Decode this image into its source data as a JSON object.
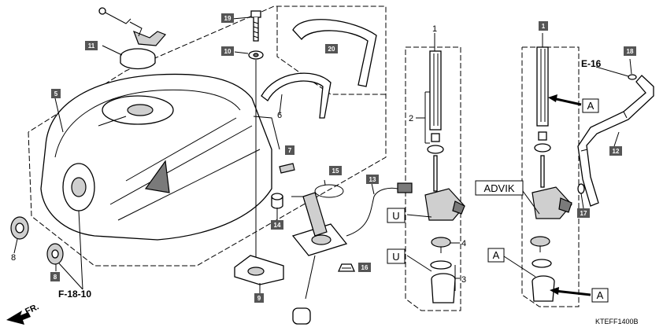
{
  "diagram": {
    "code": "KTEFF1400B",
    "direction": "FR.",
    "refs": {
      "f18": "F-18-10",
      "e16": "E-16"
    },
    "tags": {
      "u": "U",
      "a": "A",
      "advik": "ADVIK"
    },
    "boxed_numbers": {
      "b1": "1",
      "b5": "5",
      "b7": "7",
      "b8": "8",
      "b9": "9",
      "b10": "10",
      "b11": "11",
      "b12": "12",
      "b13": "13",
      "b14": "14",
      "b15": "15",
      "b16": "16",
      "b17": "17",
      "b18": "18",
      "b19": "19",
      "b20": "20"
    },
    "plain_numbers": {
      "n1": "1",
      "n2": "2",
      "n3": "3",
      "n4": "4",
      "n6": "6",
      "n8": "8"
    }
  }
}
